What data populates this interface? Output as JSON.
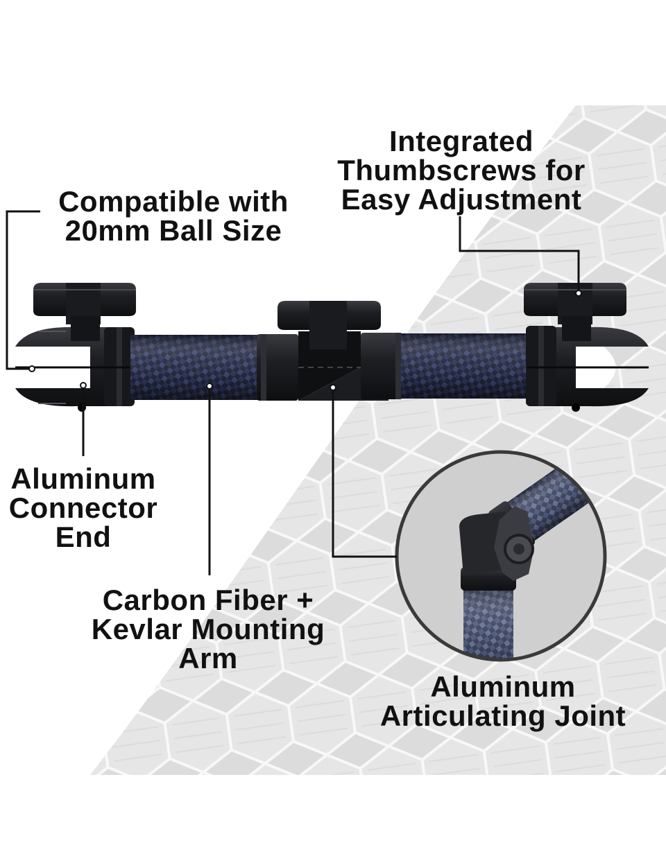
{
  "callouts": {
    "ball_size": [
      "Compatible with",
      "20mm Ball Size"
    ],
    "thumbscrews": [
      "Integrated",
      "Thumbscrews for",
      "Easy Adjustment"
    ],
    "connector_end": [
      "Aluminum",
      "Connector",
      "End"
    ],
    "mounting_arm": [
      "Carbon Fiber +",
      "Kevlar Mounting",
      "Arm"
    ],
    "joint": [
      "Aluminum",
      "Articulating Joint"
    ]
  },
  "colors": {
    "text": "#111111",
    "leader": "#111111",
    "metal": "#1c1d20",
    "carbon": "#2b3150",
    "hex_bg": "#d9d9d9",
    "inset_bg": "#d4d4d4"
  }
}
